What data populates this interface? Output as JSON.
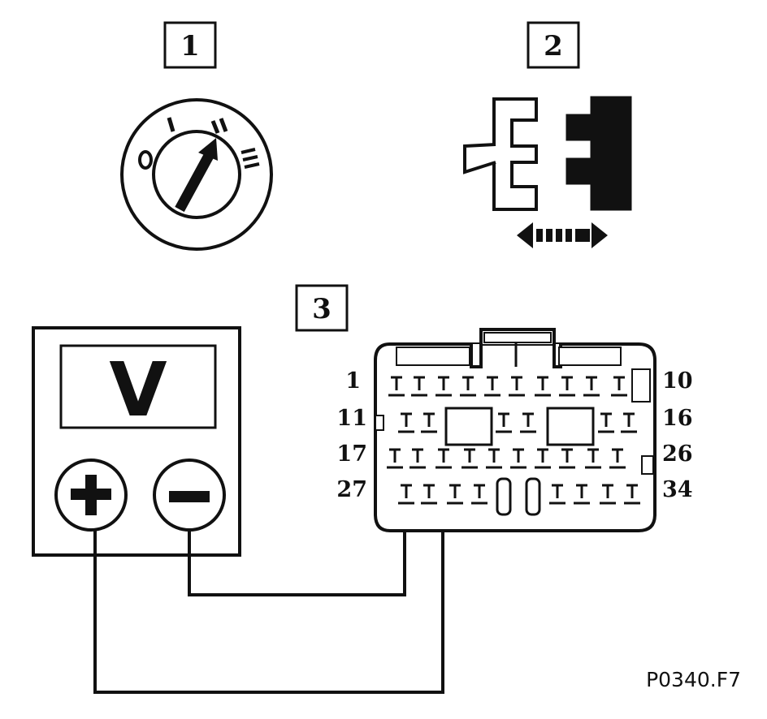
{
  "steps": {
    "step1": "1",
    "step2": "2",
    "step3": "3"
  },
  "ignition_switch": {
    "positions": [
      "0",
      "I",
      "II",
      "III"
    ]
  },
  "voltmeter": {
    "display": "V",
    "positive_symbol": "+",
    "negative_symbol": "−"
  },
  "connector": {
    "pin_labels": {
      "row1_left": "1",
      "row1_right": "10",
      "row2_left": "11",
      "row2_right": "16",
      "row3_left": "17",
      "row3_right": "26",
      "row4_left": "27",
      "row4_right": "34"
    }
  },
  "figure_code": "P0340.F7"
}
